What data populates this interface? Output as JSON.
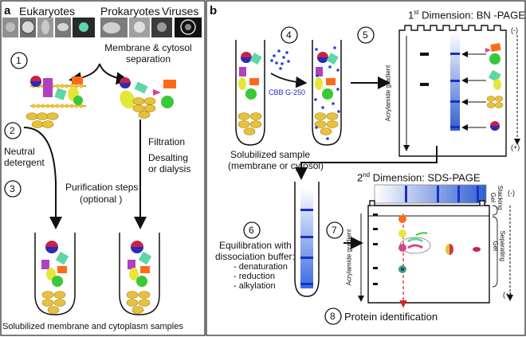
{
  "panel_a": {
    "label": "a",
    "header": [
      "Eukaryotes",
      "Prokaryotes",
      "Viruses"
    ],
    "step1_label": "Membrane & cytosol separation",
    "left_text": [
      "Neutral",
      "detergent"
    ],
    "right_text": [
      "Filtration",
      "Desalting",
      "or dialysis"
    ],
    "purification_text": [
      "Purification steps",
      "(optional )"
    ],
    "bottom_caption": "Solubilized  membrane and  cytoplasm  samples",
    "steps": [
      "1",
      "2",
      "3"
    ]
  },
  "panel_b": {
    "label": "b",
    "steps": [
      "4",
      "5",
      "6",
      "7",
      "8"
    ],
    "dye_label": "CBB G-250",
    "sample_caption": [
      "Solubilized  sample",
      "(membrane or cytosol)"
    ],
    "dim1_title": "Dimension: BN  -PAGE",
    "dim1_prefix": "1",
    "dim1_sup": "st",
    "dim2_title": "Dimension: SDS-PAGE",
    "dim2_prefix": "2",
    "dim2_sup": "nd",
    "acrylamide_label": "Acrylamide gradient",
    "minus": "(-)",
    "plus": "(+)",
    "equilibration": [
      "Equilibration  with",
      "dissociation buffer:"
    ],
    "equil_items": [
      "- denaturation",
      "- reduction",
      "- alkylation"
    ],
    "stacking_label": "Stacking Gel",
    "separating_label": "Separating Gel",
    "protein_id": "Protein  identification"
  }
}
